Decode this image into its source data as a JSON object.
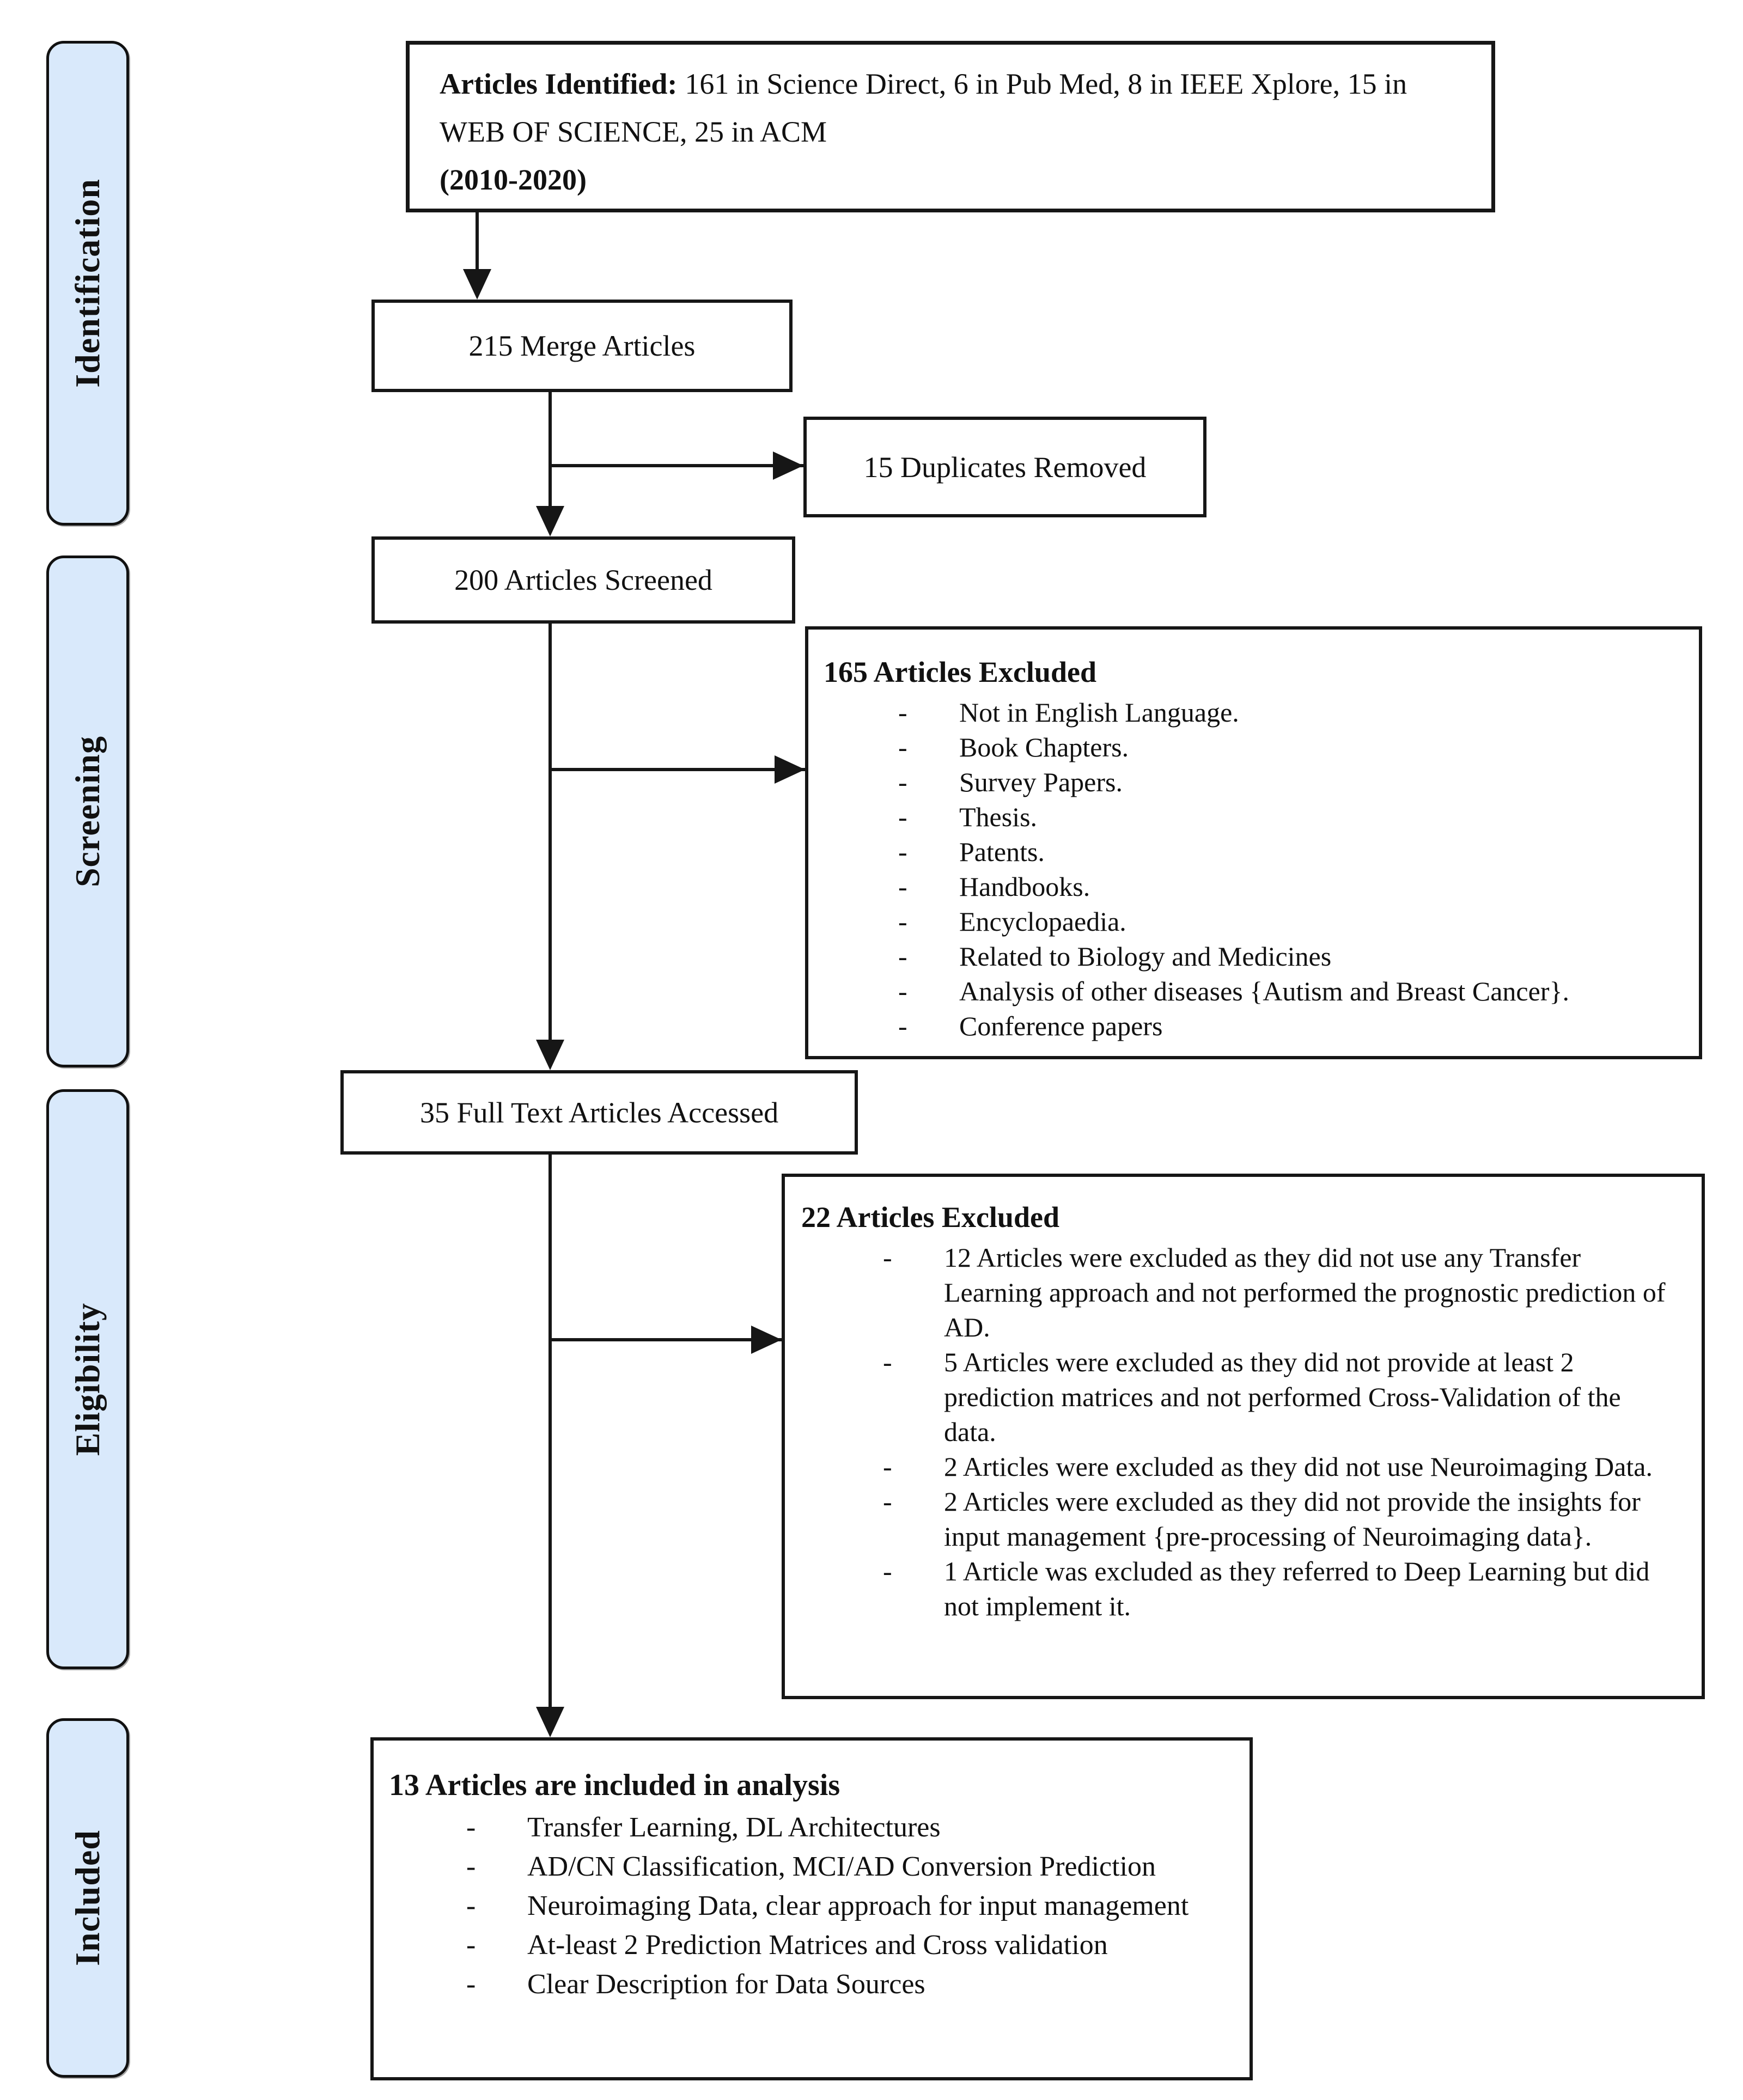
{
  "diagram": {
    "dash": "-",
    "colors": {
      "stage_fill": "#d9e9fb",
      "line": "#161616",
      "background": "#ffffff"
    },
    "stages": [
      {
        "label": "Identification"
      },
      {
        "label": "Screening"
      },
      {
        "label": "Eligibility"
      },
      {
        "label": "Included"
      }
    ],
    "identification": {
      "articles_identified_label": "Articles Identified:",
      "articles_identified_sources": "161 in Science Direct, 6 in Pub Med, 8 in IEEE Xplore, 15 in WEB OF SCIENCE, 25 in ACM",
      "years": "(2010-2020)",
      "merged": "215 Merge Articles",
      "duplicates_removed": "15 Duplicates Removed"
    },
    "screening": {
      "screened": "200 Articles Screened",
      "excluded": {
        "title": "165 Articles Excluded",
        "items": [
          "Not in English Language.",
          "Book Chapters.",
          "Survey Papers.",
          "Thesis.",
          "Patents.",
          "Handbooks.",
          "Encyclopaedia.",
          "Related to Biology and Medicines",
          "Analysis of other diseases {Autism and Breast Cancer}.",
          "Conference papers"
        ]
      }
    },
    "eligibility": {
      "full_text": "35 Full Text Articles Accessed",
      "excluded": {
        "title": "22 Articles Excluded",
        "items": [
          "12 Articles were excluded as they did not use any Transfer Learning approach and not performed the prognostic prediction of AD.",
          "5 Articles were excluded as they did not provide at least 2 prediction matrices and not performed Cross-Validation of the data.",
          "2 Articles were excluded as they did not use Neuroimaging Data.",
          "2 Articles were excluded as they did not provide the insights for input management {pre-processing of Neuroimaging data}.",
          "1 Article was excluded as they referred to Deep Learning but did not implement it."
        ]
      }
    },
    "included": {
      "analysis": {
        "title": "13 Articles are included in analysis",
        "items": [
          "Transfer Learning, DL Architectures",
          "AD/CN Classification, MCI/AD Conversion Prediction",
          "Neuroimaging Data, clear approach for input management",
          "At-least 2 Prediction Matrices and Cross validation",
          "Clear Description for Data Sources"
        ]
      }
    }
  }
}
